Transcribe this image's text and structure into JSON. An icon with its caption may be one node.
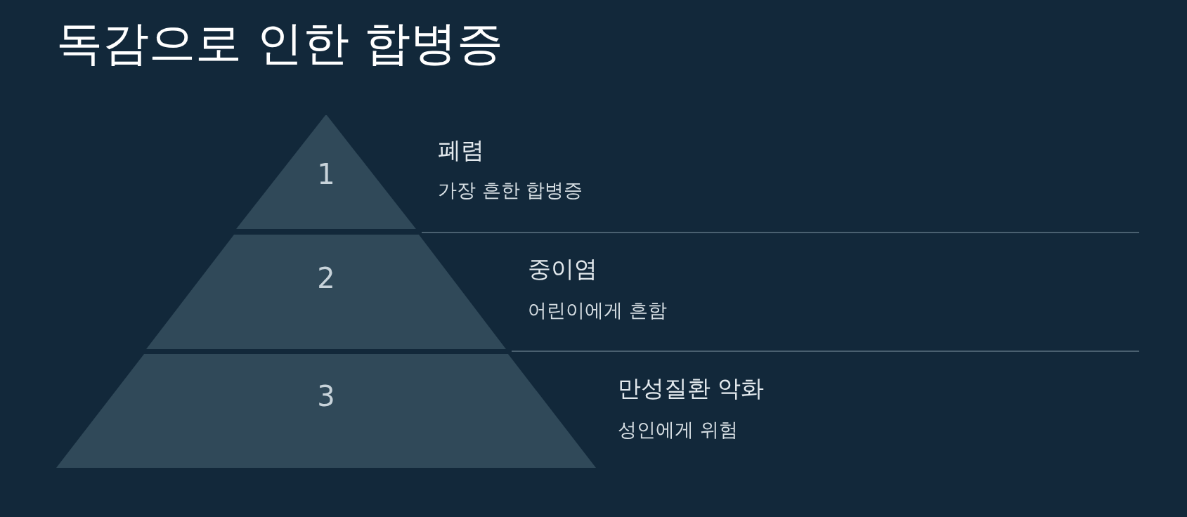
{
  "diagram": {
    "title": "독감으로 인한 합병증",
    "nodes": [
      {
        "text": [
          "1"
        ],
        "beside": [
          "폐렴",
          "가장 흔한 합병증"
        ]
      },
      {
        "text": [
          "2"
        ],
        "beside": [
          "중이염",
          "어린이에게 흔함"
        ]
      },
      {
        "text": [
          "3"
        ],
        "beside": [
          "만성질환 악화",
          "성인에게 위험"
        ]
      }
    ],
    "edges": []
  }
}
